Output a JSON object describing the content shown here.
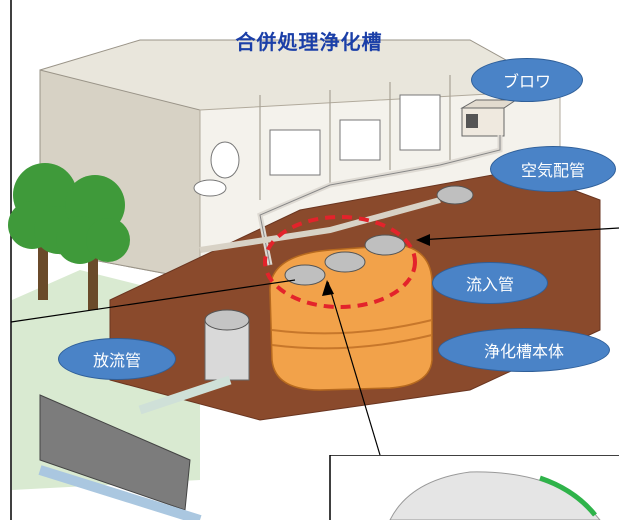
{
  "diagram": {
    "title": "合併処理浄化槽",
    "labels": {
      "blower": "ブロワ",
      "air_pipe": "空気配管",
      "inflow_pipe": "流入管",
      "tank_body": "浄化槽本体",
      "discharge_pipe": "放流管"
    }
  },
  "colors": {
    "label_fill": "#4a83c7",
    "title_color": "#1b3fa8",
    "tank_orange": "#f2a24a",
    "ground_brown": "#8a4a2c",
    "highlight_red": "#e3232b",
    "tree_green": "#3f9a3a"
  }
}
